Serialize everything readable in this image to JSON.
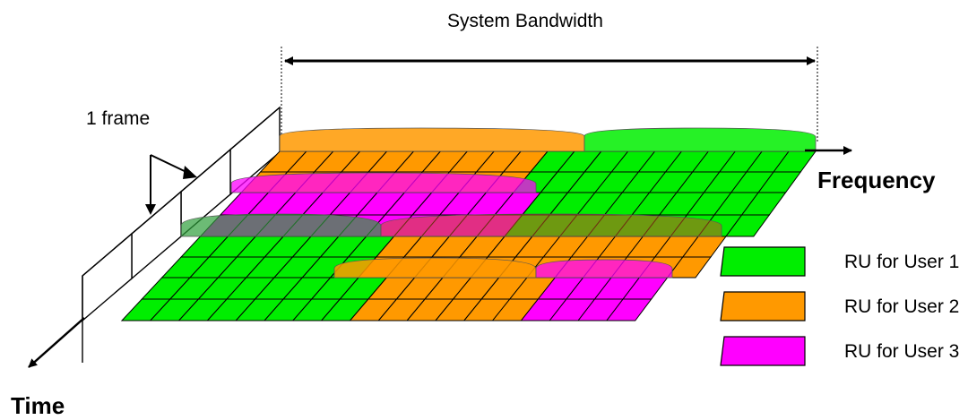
{
  "labels": {
    "system_bandwidth": "System Bandwidth",
    "one_frame": "1 frame",
    "frequency": "Frequency",
    "time": "Time"
  },
  "legend": [
    {
      "label": "RU for User 1",
      "color": "#00ee00"
    },
    {
      "label": "RU for User 2",
      "color": "#ff9900"
    },
    {
      "label": "RU for User 3",
      "color": "#ff00ff"
    }
  ],
  "colors": {
    "user1": "#00ee00",
    "user2": "#ff9900",
    "user3": "#ff00ff"
  }
}
